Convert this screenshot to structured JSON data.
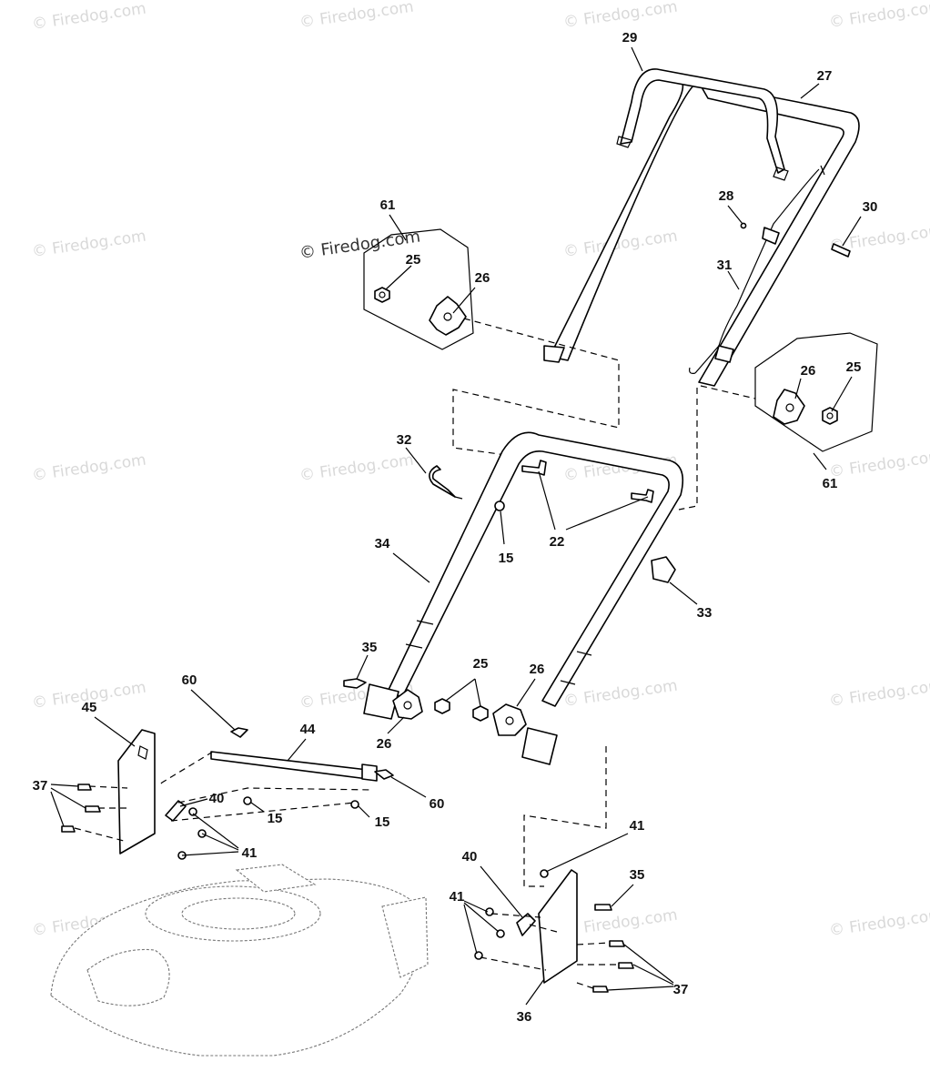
{
  "watermark": "© Firedog.com",
  "callouts": [
    {
      "id": "c29",
      "text": "29"
    },
    {
      "id": "c27",
      "text": "27"
    },
    {
      "id": "c28",
      "text": "28"
    },
    {
      "id": "c30",
      "text": "30"
    },
    {
      "id": "c31",
      "text": "31"
    },
    {
      "id": "c61a",
      "text": "61"
    },
    {
      "id": "c25a",
      "text": "25"
    },
    {
      "id": "c26a",
      "text": "26"
    },
    {
      "id": "c26b",
      "text": "26"
    },
    {
      "id": "c25b",
      "text": "25"
    },
    {
      "id": "c61b",
      "text": "61"
    },
    {
      "id": "c32",
      "text": "32"
    },
    {
      "id": "c15a",
      "text": "15"
    },
    {
      "id": "c22",
      "text": "22"
    },
    {
      "id": "c34",
      "text": "34"
    },
    {
      "id": "c33",
      "text": "33"
    },
    {
      "id": "c35a",
      "text": "35"
    },
    {
      "id": "c25c",
      "text": "25"
    },
    {
      "id": "c26c",
      "text": "26"
    },
    {
      "id": "c26d",
      "text": "26"
    },
    {
      "id": "c60a",
      "text": "60"
    },
    {
      "id": "c45",
      "text": "45"
    },
    {
      "id": "c44",
      "text": "44"
    },
    {
      "id": "c37a",
      "text": "37"
    },
    {
      "id": "c40a",
      "text": "40"
    },
    {
      "id": "c15b",
      "text": "15"
    },
    {
      "id": "c15c",
      "text": "15"
    },
    {
      "id": "c60b",
      "text": "60"
    },
    {
      "id": "c41a",
      "text": "41"
    },
    {
      "id": "c41b",
      "text": "41"
    },
    {
      "id": "c35b",
      "text": "35"
    },
    {
      "id": "c40b",
      "text": "40"
    },
    {
      "id": "c41c",
      "text": "41"
    },
    {
      "id": "c37b",
      "text": "37"
    },
    {
      "id": "c36",
      "text": "36"
    }
  ]
}
